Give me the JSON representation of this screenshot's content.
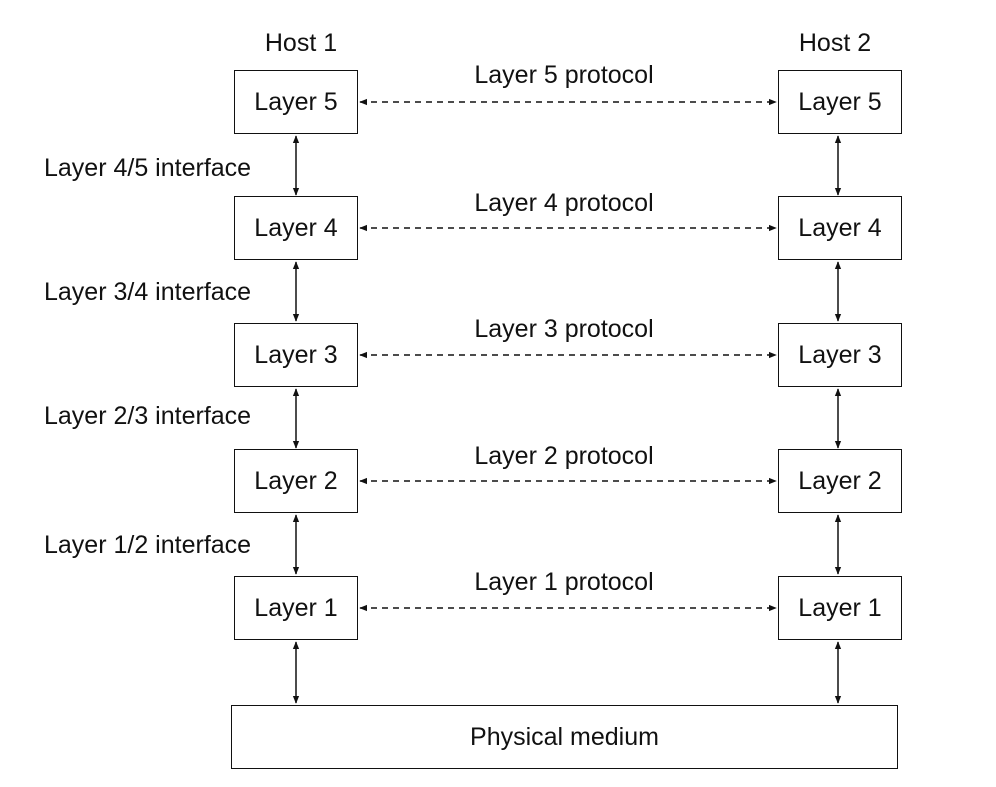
{
  "hosts": [
    {
      "label": "Host 1"
    },
    {
      "label": "Host 2"
    }
  ],
  "layers": [
    {
      "label": "Layer 5",
      "protocol": "Layer 5 protocol"
    },
    {
      "label": "Layer 4",
      "protocol": "Layer 4 protocol"
    },
    {
      "label": "Layer 3",
      "protocol": "Layer 3 protocol"
    },
    {
      "label": "Layer 2",
      "protocol": "Layer 2 protocol"
    },
    {
      "label": "Layer 1",
      "protocol": "Layer 1 protocol"
    }
  ],
  "interfaces": [
    {
      "label": "Layer 4/5 interface"
    },
    {
      "label": "Layer 3/4 interface"
    },
    {
      "label": "Layer 2/3 interface"
    },
    {
      "label": "Layer 1/2 interface"
    }
  ],
  "medium": {
    "label": "Physical medium"
  },
  "colors": {
    "line": "#111111",
    "box_border": "#111111",
    "background": "#ffffff"
  }
}
